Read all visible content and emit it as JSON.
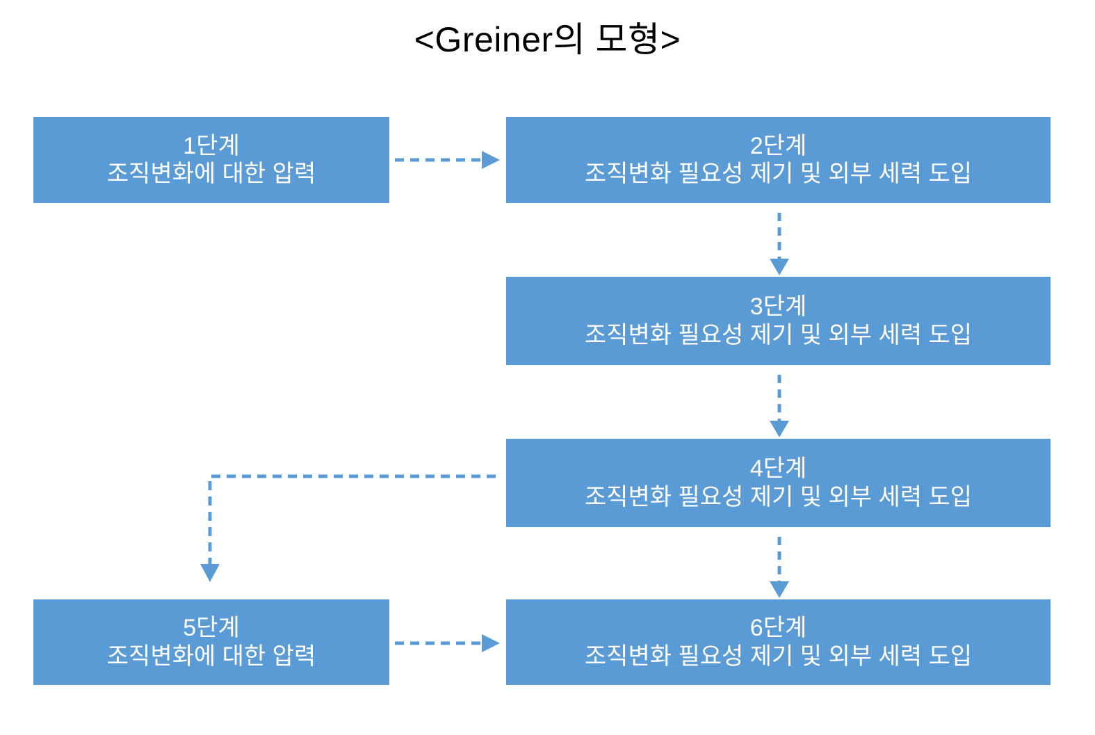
{
  "diagram": {
    "title": "<Greiner의 모형>",
    "accent_color": "#5B9BD5",
    "box_text_color": "#FFFFFF",
    "background_color": "#FFFFFF",
    "connector_color": "#5B9BD5",
    "connector_style": "dashed-with-arrowhead"
  },
  "stages": [
    {
      "id": "stage-1",
      "title": "1단계",
      "description": "조직변화에 대한 압력"
    },
    {
      "id": "stage-2",
      "title": "2단계",
      "description": "조직변화 필요성 제기 및 외부 세력 도입"
    },
    {
      "id": "stage-3",
      "title": "3단계",
      "description": "조직변화 필요성 제기 및 외부 세력 도입"
    },
    {
      "id": "stage-4",
      "title": "4단계",
      "description": "조직변화 필요성 제기 및 외부 세력 도입"
    },
    {
      "id": "stage-5",
      "title": "5단계",
      "description": "조직변화에 대한 압력"
    },
    {
      "id": "stage-6",
      "title": "6단계",
      "description": "조직변화 필요성 제기 및 외부 세력 도입"
    }
  ],
  "connectors": [
    {
      "id": "conn-1-2",
      "from": "stage-1",
      "to": "stage-2",
      "direction": "right"
    },
    {
      "id": "conn-2-3",
      "from": "stage-2",
      "to": "stage-3",
      "direction": "down"
    },
    {
      "id": "conn-3-4",
      "from": "stage-3",
      "to": "stage-4",
      "direction": "down"
    },
    {
      "id": "conn-4-6",
      "from": "stage-4",
      "to": "stage-6",
      "direction": "down"
    },
    {
      "id": "conn-4-5",
      "from": "stage-4",
      "to": "stage-5",
      "direction": "left-then-down"
    },
    {
      "id": "conn-5-6",
      "from": "stage-5",
      "to": "stage-6",
      "direction": "right"
    }
  ]
}
